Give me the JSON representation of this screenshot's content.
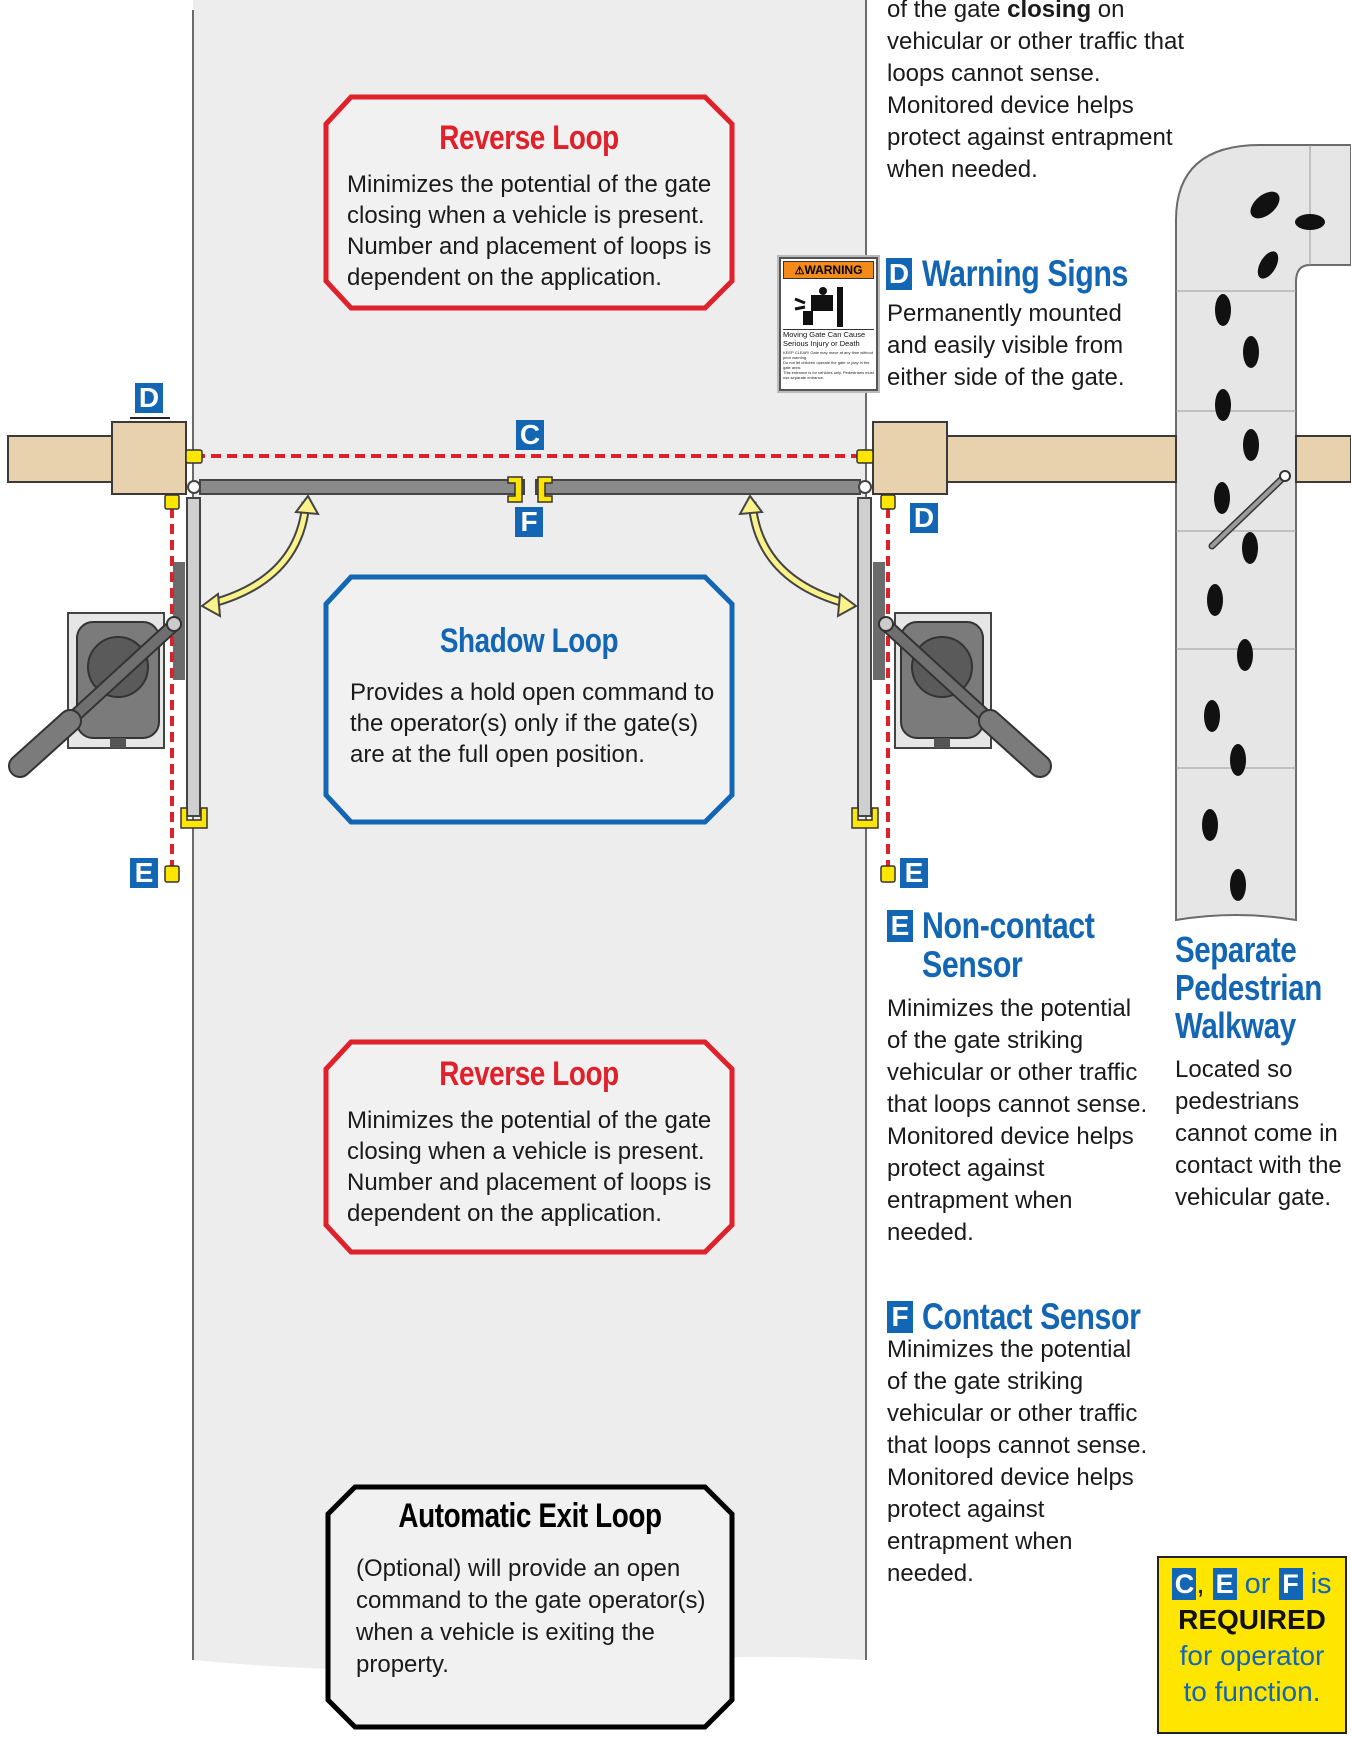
{
  "top_text": {
    "line1_pre": "of the gate ",
    "line1_bold": "closing",
    "line1_post": " on",
    "rest": "vehicular or other traffic that loops cannot sense. Monitored device helps protect against entrapment when needed."
  },
  "reverse_loop_top": {
    "title": "Reverse Loop",
    "body": "Minimizes the potential of the gate closing when a vehicle is present. Number and placement of loops is dependent on the application."
  },
  "shadow_loop": {
    "title": "Shadow Loop",
    "body": "Provides a hold open command to the operator(s) only if the gate(s) are at the full open position."
  },
  "reverse_loop_bottom": {
    "title": "Reverse Loop",
    "body": "Minimizes the potential of the gate closing when a vehicle is present. Number and placement of loops is dependent on the application."
  },
  "automatic_exit_loop": {
    "title": "Automatic Exit Loop",
    "body": "(Optional) will provide an open command to the gate operator(s) when a vehicle is exiting the property."
  },
  "warning_sign": {
    "header": "WARNING",
    "line1": "Moving Gate Can Cause",
    "line2": "Serious Injury or Death",
    "fine1": "KEEP CLEAR! Gate may move at any time without prior warning.",
    "fine2": "Do not let children operate the gate or play in the gate area.",
    "fine3": "This entrance is for vehicles only. Pedestrians must use separate entrance."
  },
  "warning_signs_section": {
    "letter": "D",
    "title": "Warning Signs",
    "body": "Permanently mounted and easily visible from either side of the gate."
  },
  "non_contact_section": {
    "letter": "E",
    "title_line1": "Non-contact",
    "title_line2": "Sensor",
    "body": "Minimizes the potential of the gate striking vehicular or other traffic that loops cannot sense. Monitored device helps protect against entrapment when needed."
  },
  "contact_section": {
    "letter": "F",
    "title": "Contact Sensor",
    "body": "Minimizes the potential of the gate striking vehicular or other traffic that loops cannot sense. Monitored device helps protect against entrapment when needed."
  },
  "walkway_section": {
    "title_line1": "Separate",
    "title_line2": "Pedestrian",
    "title_line3": "Walkway",
    "body": "Located so pedestrians cannot come in contact with the vehicular gate."
  },
  "labels": {
    "d_left": "D",
    "c_top": "C",
    "f_center": "F",
    "d_right": "D",
    "e_left": "E",
    "e_right": "E"
  },
  "required_box": {
    "c": "C",
    "comma": ",",
    "e": "E",
    "or": "or",
    "f": "F",
    "is": "is",
    "required": "REQUIRED",
    "line3": "for operator",
    "line4": "to function."
  },
  "colors": {
    "road": "#ededed",
    "post": "#e8d2ae",
    "red": "#e0202a",
    "blue": "#1366b3",
    "yellow": "#ffe600",
    "gate": "#8a8a8a"
  }
}
